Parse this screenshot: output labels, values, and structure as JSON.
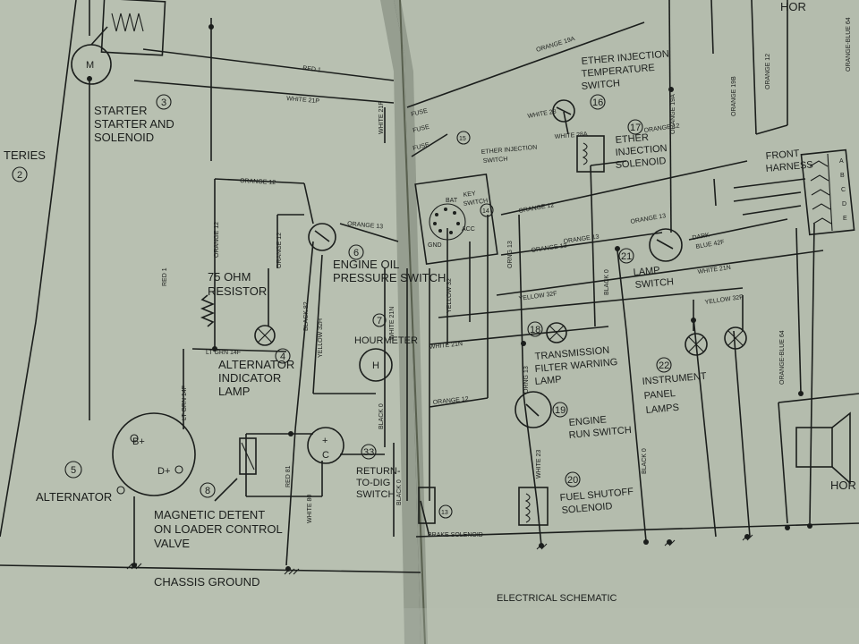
{
  "colors": {
    "page": "#b9c1b2",
    "ink": "#1b1e1c",
    "spine": "#6d7468",
    "background": "#1f221f"
  },
  "left_page": {
    "labels": {
      "batteries": "TERIES",
      "batteries_num": "2",
      "starter": "STARTER AND",
      "starter2": "STARTER",
      "starter3": "SOLENOID",
      "starter_num": "3",
      "resistor": "75 OHM",
      "resistor2": "RESISTOR",
      "alt_lamp": "ALTERNATOR",
      "alt_lamp2": "INDICATOR",
      "alt_lamp3": "LAMP",
      "alt_lamp_num": "4",
      "alternator": "ALTERNATOR",
      "alternator_num": "5",
      "oil_switch": "ENGINE OIL",
      "oil_switch2": "PRESSURE SWITCH",
      "oil_num": "6",
      "hourmeter": "HOURMETER",
      "hourmeter_num": "7",
      "detent": "MAGNETIC DETENT",
      "detent2": "ON LOADER CONTROL",
      "detent3": "VALVE",
      "detent_num": "8",
      "return_dig": "RETURN-",
      "return_dig2": "TO-DIG",
      "return_dig3": "SWITCH",
      "return_num": "33",
      "motor": "M",
      "h_mark": "H",
      "b_plus": "B+",
      "d_plus": "D+",
      "c_mark": "C",
      "chassis": "CHASSIS GROUND"
    },
    "wires": {
      "red1": "RED 1",
      "red1_top": "RED 1",
      "white21p": "WHITE 21P",
      "orange12_a": "ORANGE 12",
      "orange12_b": "ORANGE 12",
      "orange12_c": "ORANGE 12",
      "orange13": "ORANGE 13",
      "ltgrn14f_a": "LT GRN 14F",
      "ltgrn14f_b": "LT GRN 14F",
      "black82": "BLACK 82",
      "yellow32h": "YELLOW 32H",
      "red81": "RED 81",
      "white80": "WHITE 80"
    }
  },
  "right_page": {
    "labels": {
      "ether_temp": "ETHER INJECTION",
      "ether_temp2": "TEMPERATURE",
      "ether_temp3": "SWITCH",
      "ether_temp_num": "16",
      "ether_sol": "ETHER",
      "ether_sol2": "INJECTION",
      "ether_sol3": "SOLENOID",
      "ether_sol_num": "17",
      "ether_inj": "ETHER INJECTION",
      "ether_inj2": "SWITCH",
      "ether_inj_num": "15",
      "key": "KEY",
      "key2": "SWITCH",
      "key_num": "14",
      "key_bat": "BAT",
      "key_acc": "ACC",
      "key_gnd": "GND",
      "lamp_sw": "LAMP",
      "lamp_sw2": "SWITCH",
      "lamp_sw_num": "21",
      "front_harness": "FRONT",
      "front_harness2": "HARNESS",
      "conn": [
        "A",
        "B",
        "C",
        "D",
        "E"
      ],
      "trans_lamp": "TRANSMISSION",
      "trans_lamp2": "FILTER WARNING",
      "trans_lamp3": "LAMP",
      "trans_num": "18",
      "panel": "INSTRUMENT",
      "panel2": "PANEL",
      "panel3": "LAMPS",
      "panel_num": "22",
      "run_sw": "ENGINE",
      "run_sw2": "RUN SWITCH",
      "run_num": "19",
      "fuel": "FUEL SHUTOFF",
      "fuel2": "SOLENOID",
      "fuel_num": "20",
      "brake": "BRAKE SOLENOID",
      "brake_num": "13",
      "hor": "HOR",
      "hor_top": "HOR",
      "fuse1": "FUSE",
      "fuse2": "FUSE",
      "fuse3": "FUSE",
      "footer": "ELECTRICAL SCHEMATIC"
    },
    "wires": {
      "orange19a": "ORANGE 19A",
      "orange19a_v": "ORANGE 19A",
      "orange19b": "ORANGE 19B",
      "white28": "WHITE 28",
      "white28a": "WHITE 28A",
      "orange12": "ORANGE 12",
      "orange12_v": "ORANGE 12",
      "orange12_b": "ORANGE 12",
      "orange13_a": "ORANGE 13",
      "orange13_b": "ORANGE 13",
      "orange13_c": "ORANGE 13",
      "orng13_v": "ORNG 13",
      "orng13_v2": "ORNG 13",
      "darkblue": "DARK",
      "darkblue2": "BLUE 42F",
      "white21n_a": "WHITE 21N",
      "white21n_b": "WHITE 21N",
      "yellow32f_a": "YELLOW 32F",
      "yellow32f_b": "YELLOW 32F",
      "yellow32": "YELLOW 32",
      "black0_a": "BLACK 0",
      "black0_b": "BLACK 0",
      "black0_c": "BLACK 0",
      "black0_d": "BLACK 0",
      "white23": "WHITE 23",
      "orangeblue64": "ORANGE-BLUE 64",
      "orangeblue64_top": "ORANGE-BLUE 64",
      "white21p": "WHITE 21P",
      "white21n_c": "WHITE 21N",
      "orange12_c": "ORANGE 12"
    }
  }
}
